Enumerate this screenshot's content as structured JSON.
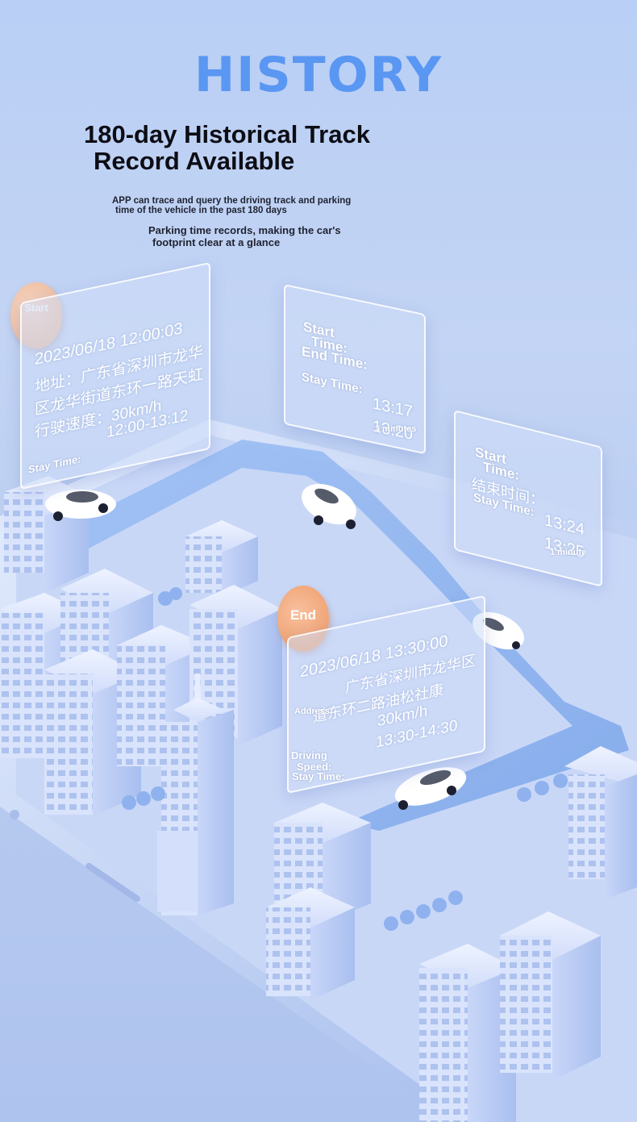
{
  "header": {
    "title": "HISTORY",
    "headline_line1": "180-day Historical Track",
    "headline_line2": "Record Available",
    "desc1_line1": "APP can trace and query the driving track and parking",
    "desc1_line2": "time of the vehicle in the past 180 days",
    "desc2_line1": "Parking time records, making the car's",
    "desc2_line2": "footprint clear at a glance"
  },
  "markers": {
    "start": "Start",
    "end": "End"
  },
  "panel_start": {
    "date": "2023/06/18  12:00:03",
    "addr1": "地址：广东省深圳市龙华",
    "addr2": "区龙华街道东环一路天虹",
    "speed": "行驶速度：30km/h",
    "stay": "12:00-13:12",
    "stay_label": "Stay Time:"
  },
  "panel_stop1": {
    "start_label": "Start",
    "start_label2": "Time:",
    "end_label": "End Time:",
    "stay_label": "Stay Time:",
    "t1": "13:17",
    "t2": "13:20",
    "duration": "3 minutes"
  },
  "panel_stop2": {
    "start_label": "Start",
    "start_label2": "Time:",
    "end_cn": "结束时间：",
    "stay_label": "Stay Time:",
    "t1": "13:24",
    "t2": "13:25",
    "duration": "1 minute"
  },
  "panel_end": {
    "date": "2023/06/18  13:30:00",
    "addr1": "广东省深圳市龙华区",
    "addr2": "道东环二路油松社康",
    "speed": "30km/h",
    "stay": "13:30-14:30",
    "address_label": "Address:",
    "driving_label": "Driving",
    "speed_label": "Speed:",
    "stay_label": "Stay Time:"
  },
  "colors": {
    "title": "#5a97f2",
    "road": "#8fb4ee",
    "building": "#d6e1fb",
    "coin_start": "#f3c3a8",
    "coin_end": "#f0a57a"
  }
}
